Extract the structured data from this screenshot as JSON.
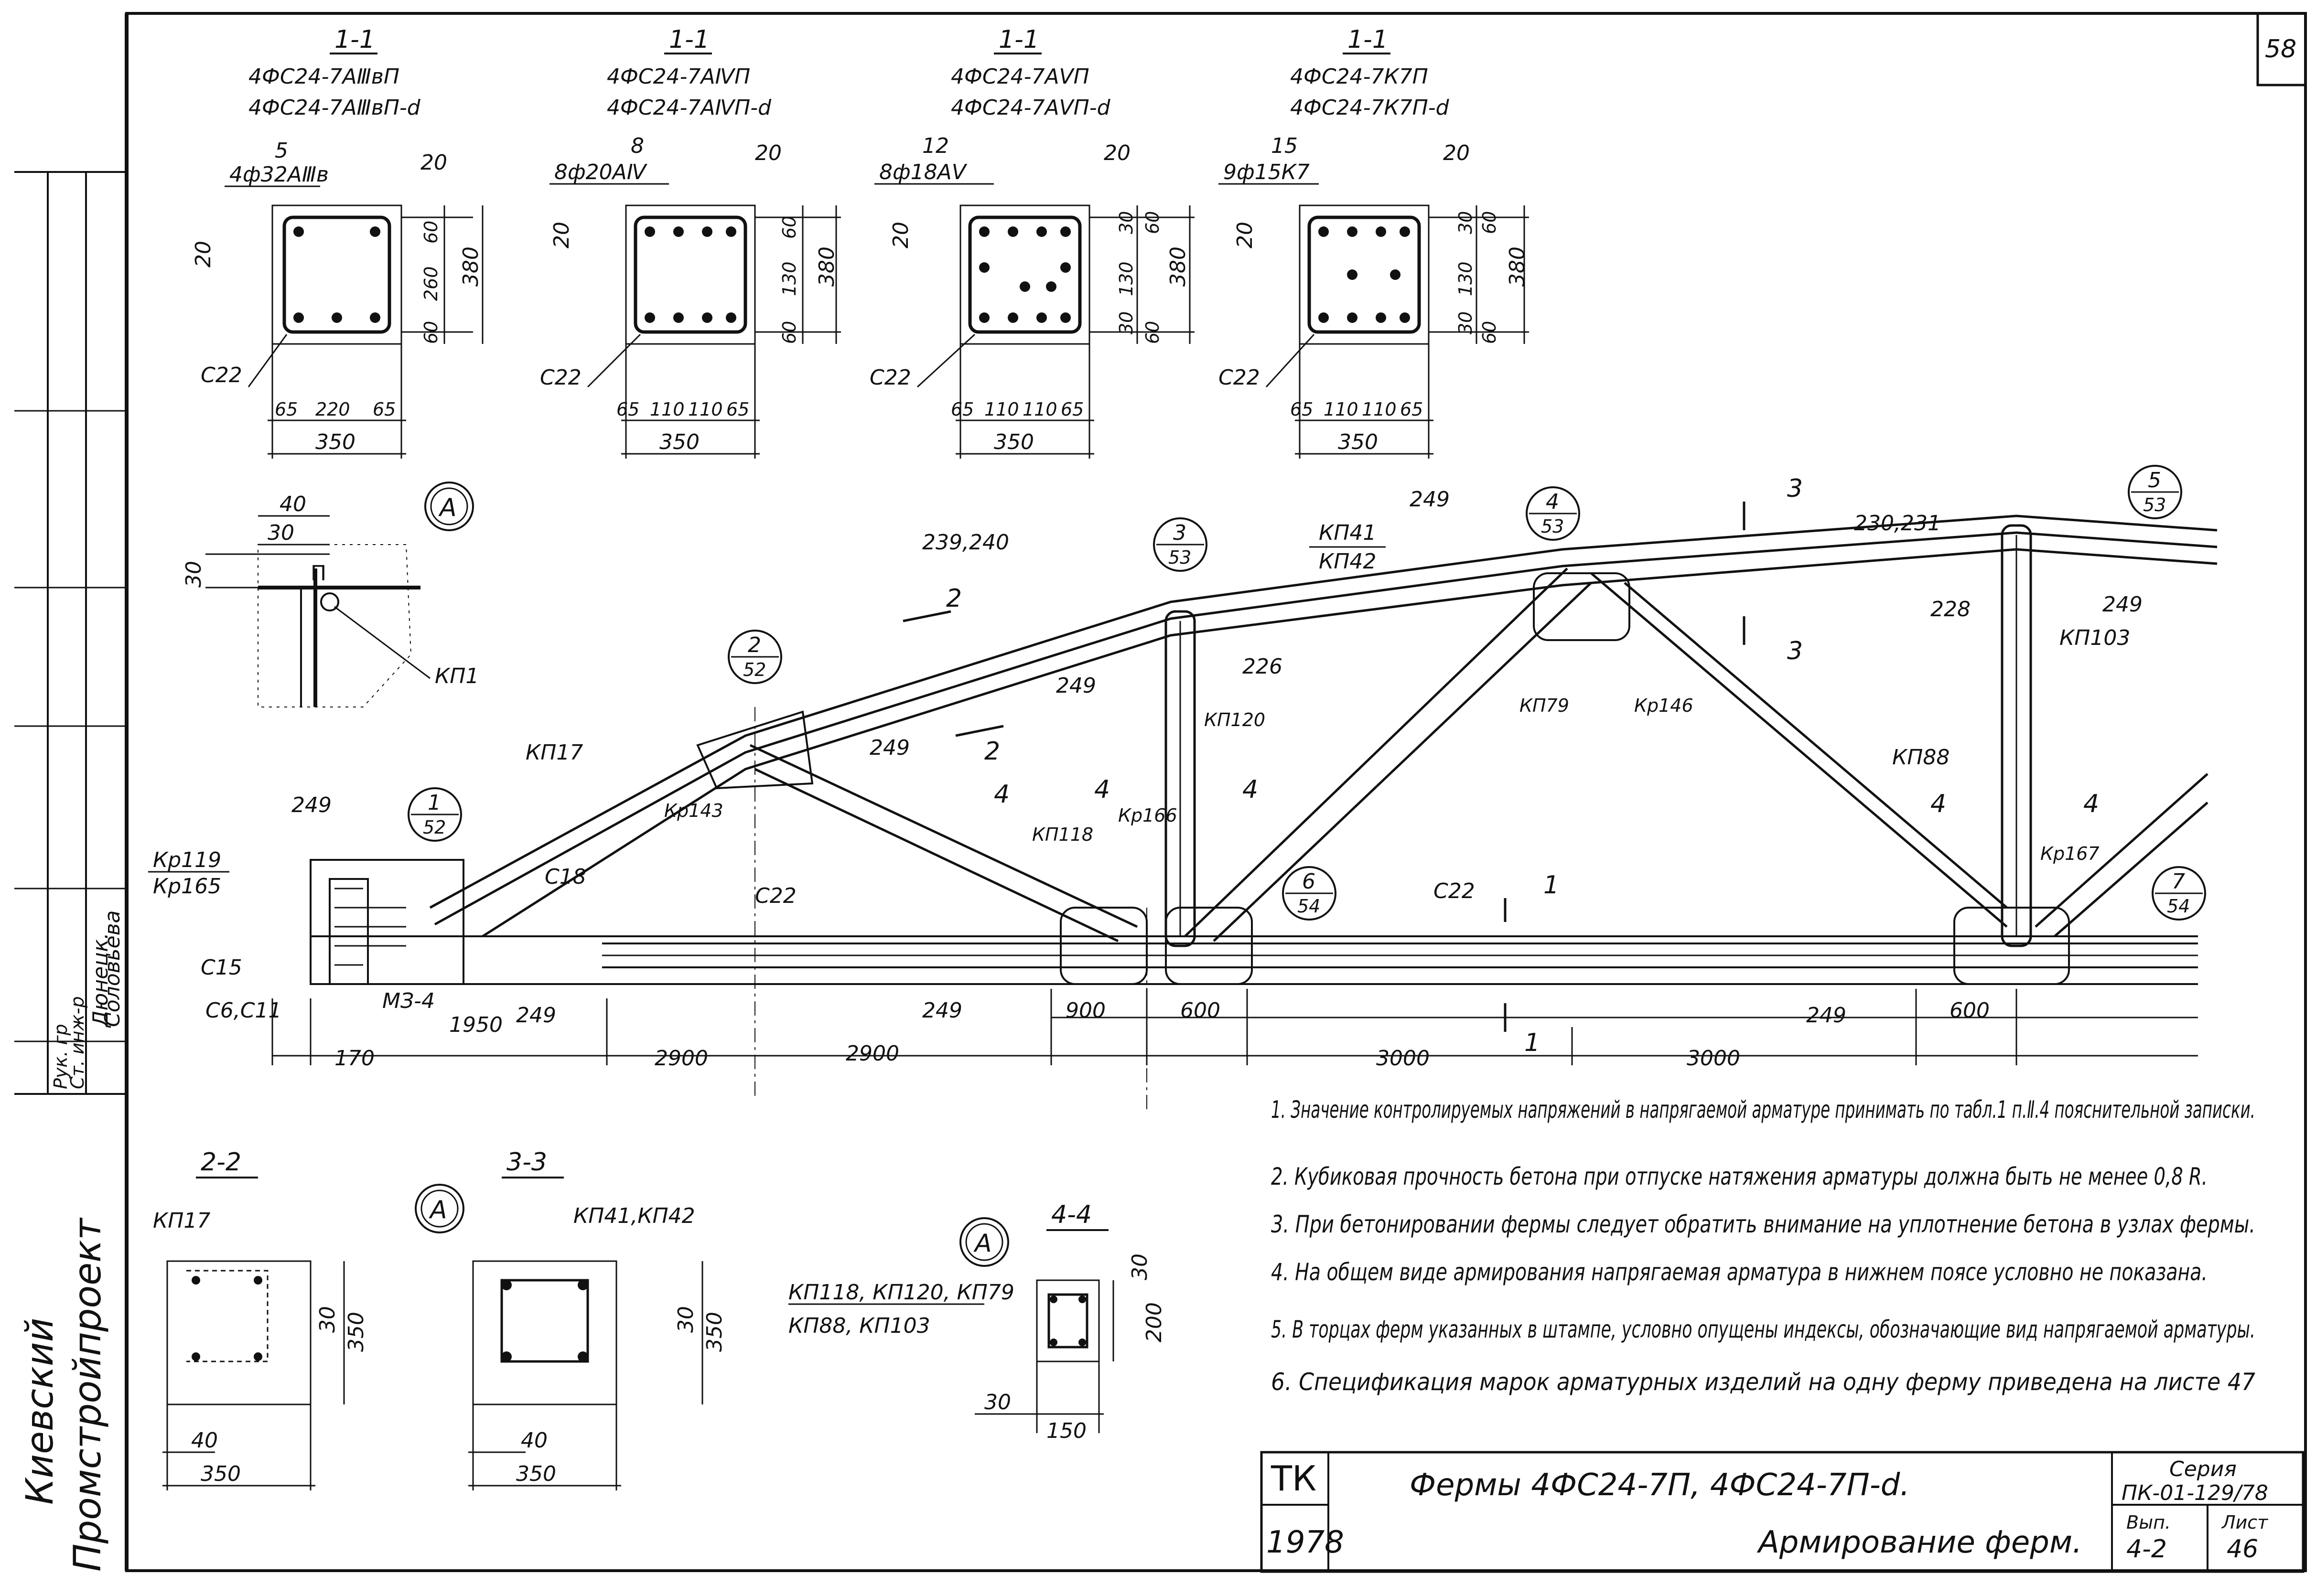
{
  "sheet_no": "58",
  "side_stamp": {
    "org_line1": "Киевский",
    "org_line2": "Промстройпроект",
    "names": [
      "Дюнецк.",
      "Соловьева"
    ],
    "roles": [
      "Рук. гр",
      "Ст. инж-р"
    ]
  },
  "sections": [
    {
      "title": "1-1",
      "mark1": "4ФС24-7АⅢвП",
      "mark2": "4ФС24-7АⅢвП-d",
      "bars": "4ф32АⅢв",
      "count": "5",
      "dim_top": "20",
      "dim_left": "20",
      "dims_v": [
        "60",
        "260",
        "60"
      ],
      "dim_total_h": "380",
      "dims_h": [
        "65",
        "220",
        "65"
      ],
      "dim_total_w": "350",
      "mesh": "С22"
    },
    {
      "title": "1-1",
      "mark1": "4ФС24-7АⅣП",
      "mark2": "4ФС24-7АⅣП-d",
      "bars": "8ф20АⅣ",
      "count": "8",
      "dim_top": "20",
      "dim_left": "20",
      "dims_v": [
        "60",
        "130",
        "60"
      ],
      "dim_total_h": "380",
      "dims_h": [
        "65",
        "110",
        "110",
        "65"
      ],
      "dim_total_w": "350",
      "mesh": "С22"
    },
    {
      "title": "1-1",
      "mark1": "4ФС24-7АⅤП",
      "mark2": "4ФС24-7АⅤП-d",
      "bars": "8ф18АⅤ",
      "count": "12",
      "dim_top": "20",
      "dim_left": "20",
      "dims_v": [
        "60",
        "30",
        "130",
        "30",
        "60"
      ],
      "dim_total_h": "380",
      "dims_h": [
        "65",
        "110",
        "110",
        "65"
      ],
      "dim_total_w": "350",
      "mesh": "С22"
    },
    {
      "title": "1-1",
      "mark1": "4ФС24-7К7П",
      "mark2": "4ФС24-7К7П-d",
      "bars": "9ф15К7",
      "count": "15",
      "dim_top": "20",
      "dim_left": "20",
      "dims_v": [
        "60",
        "30",
        "130",
        "30",
        "60"
      ],
      "dim_total_h": "380",
      "dims_h": [
        "65",
        "110",
        "110",
        "65"
      ],
      "dim_total_w": "350",
      "mesh": "С22"
    }
  ],
  "detail_a": {
    "label": "А",
    "dim1": "40",
    "dim2": "30",
    "dim3": "30",
    "part": "П",
    "callout": "КП1"
  },
  "truss": {
    "node_callouts": [
      {
        "num": "1",
        "sheet": "52"
      },
      {
        "num": "2",
        "sheet": "52"
      },
      {
        "num": "3",
        "sheet": "53"
      },
      {
        "num": "4",
        "sheet": "53"
      },
      {
        "num": "5",
        "sheet": "53"
      },
      {
        "num": "6",
        "sheet": "54"
      },
      {
        "num": "7",
        "sheet": "54"
      }
    ],
    "labels": {
      "kp17": "КП17",
      "kp41": "КП41",
      "kp42": "КП42",
      "kp118": "КП118",
      "kp120": "КП120",
      "kp79": "КП79",
      "kp88": "КП88",
      "kp103": "КП103",
      "kr119": "Кр119",
      "kr165": "Кр165",
      "kr143": "Кр143",
      "kr166": "Кр166",
      "kr146": "Кр146",
      "kr167": "Кр167",
      "c18": "С18",
      "c22a": "С22",
      "c22b": "С22",
      "c15": "С15",
      "c6c11": "С6,С11",
      "mz4": "МЗ-4",
      "d1950": "1950",
      "n249": "249",
      "n239": "239,240",
      "n226": "226",
      "n228": "228",
      "n230": "230,231",
      "sec2": "2",
      "sec3": "3",
      "sec4": "4",
      "sec1": "1",
      "circleA": "А"
    },
    "dims": [
      "170",
      "2900",
      "2900",
      "900",
      "600",
      "3000",
      "3000",
      "600"
    ]
  },
  "small_sections": [
    {
      "title": "2-2",
      "callout": "КП17",
      "dims": [
        "30",
        "350",
        "40",
        "350"
      ]
    },
    {
      "title": "3-3",
      "callout": "КП41,КП42",
      "dims": [
        "30",
        "350",
        "40",
        "350"
      ]
    },
    {
      "title": "4-4",
      "callout": "КП118, КП120, КП79",
      "callout2": "КП88, КП103",
      "dims": [
        "30",
        "200",
        "30",
        "150"
      ]
    }
  ],
  "notes": [
    "1. Значение контролируемых напряжений в напрягаемой арматуре принимать по табл.1 п.Ⅱ.4 пояснительной записки.",
    "2. Кубиковая прочность бетона при отпуске натяжения арматуры должна быть не менее 0,8 R.",
    "3. При бетонировании фермы следует обратить внимание на уплотнение бетона в узлах фермы.",
    "4. На общем виде армирования напрягаемая арматура в нижнем поясе условно не показана.",
    "5. В торцах ферм указанных в штампе, условно опущены индексы, обозначающие вид напрягаемой арматуры.",
    "6. Спецификация марок арматурных изделий на одну ферму приведена на листе 47"
  ],
  "title_block": {
    "org": "ТК",
    "year": "1978",
    "title": "Фермы 4ФС24-7П, 4ФС24-7П-d.",
    "subtitle": "Армирование ферм.",
    "series_label": "Серия",
    "series": "ПК-01-129/78",
    "issue_label": "Вып.",
    "issue": "4-2",
    "sheet_label": "Лист",
    "sheet": "46"
  }
}
